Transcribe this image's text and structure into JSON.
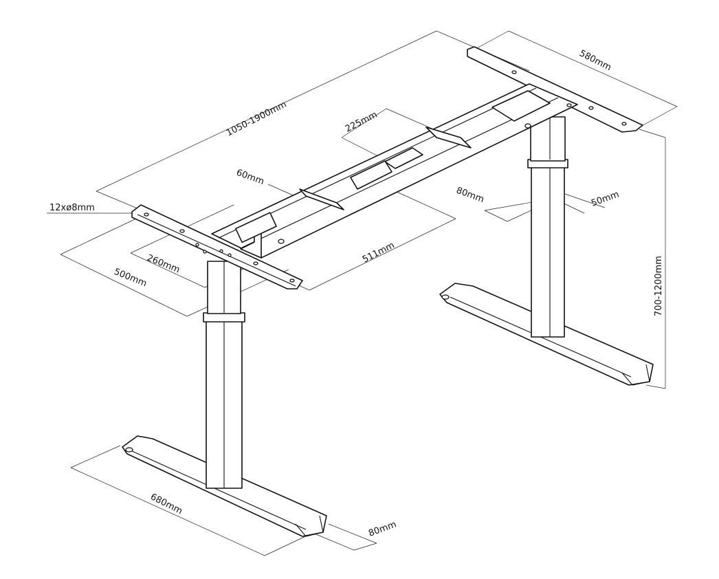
{
  "dimensions": {
    "width_range": "1050-1900mm",
    "top_bracket": "580mm",
    "center_span": "225mm",
    "beam_width": "60mm",
    "holes": "12xø8mm",
    "leg_depth": "80mm",
    "leg_width": "50mm",
    "bracket_inner": "260mm",
    "bracket_length": "500mm",
    "beam_length": "511mm",
    "height_range": "700-1200mm",
    "foot_length": "680mm",
    "foot_width": "80mm"
  }
}
